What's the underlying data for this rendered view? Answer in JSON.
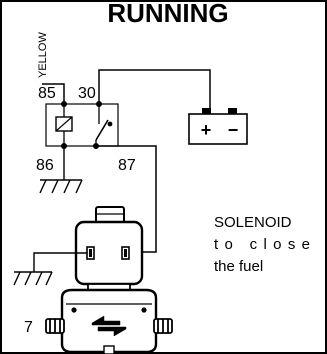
{
  "title": "RUNNING",
  "wire_label": "YELLOW",
  "relay": {
    "pin_85": "85",
    "pin_30": "30",
    "pin_86": "86",
    "pin_87": "87"
  },
  "battery": {
    "plus": "+",
    "minus": "−"
  },
  "solenoid": {
    "line1": "SOLENOID",
    "line2": "to close",
    "line3": "the fuel"
  },
  "connector_number": "7"
}
